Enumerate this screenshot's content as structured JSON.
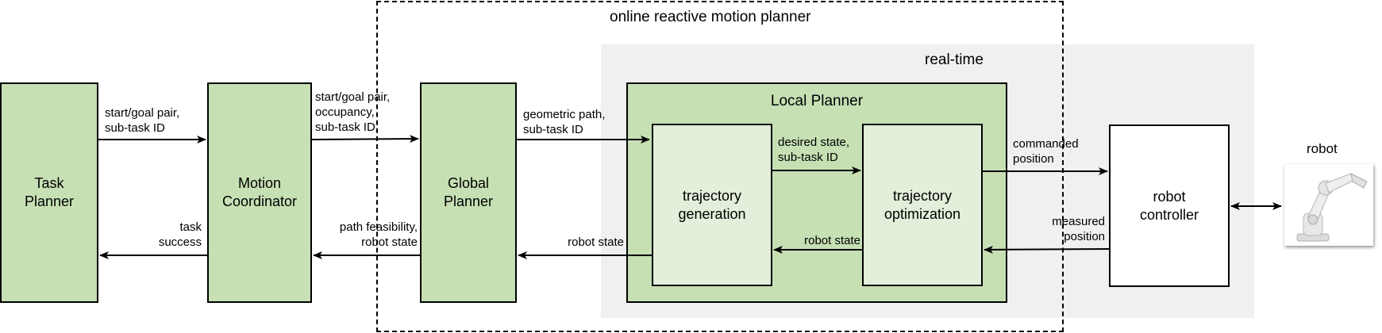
{
  "regions": {
    "online": "online reactive motion planner",
    "realtime": "real-time"
  },
  "blocks": {
    "task_planner": "Task\nPlanner",
    "motion_coordinator": "Motion\nCoordinator",
    "global_planner": "Global\nPlanner",
    "local_planner": "Local Planner",
    "trajectory_generation": "trajectory\ngeneration",
    "trajectory_optimization": "trajectory\noptimization",
    "robot_controller": "robot\ncontroller",
    "robot": "robot"
  },
  "edges": {
    "tp_to_mc": "start/goal pair,\nsub-task ID",
    "mc_to_tp": "task\nsuccess",
    "mc_to_gp": "start/goal pair,\noccupancy,\nsub-task ID",
    "gp_to_mc": "path feasibility,\nrobot state",
    "gp_to_lp": "geometric path,\nsub-task ID",
    "lp_to_gp": "robot state",
    "tg_to_to": "desired state,\nsub-task ID",
    "to_to_tg": "robot state",
    "to_to_rc": "commanded\nposition",
    "rc_to_to": "measured\nposition"
  },
  "icons": {
    "robot": "robot-arm-icon"
  }
}
